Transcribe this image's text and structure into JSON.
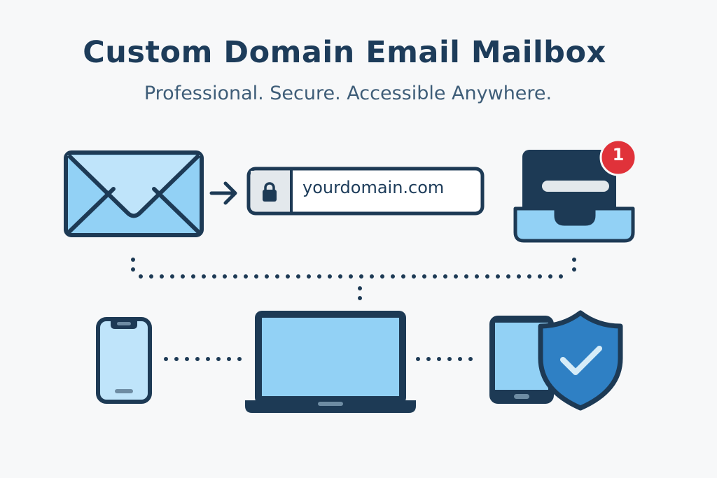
{
  "header": {
    "title": "Custom Domain Email Mailbox",
    "subtitle": "Professional. Secure. Accessible Anywhere."
  },
  "flow": {
    "envelope_icon": "envelope-icon",
    "arrow_icon": "arrow-right-icon",
    "address_bar": {
      "lock_icon": "lock-icon",
      "domain": "yourdomain.com"
    },
    "inbox": {
      "icon": "inbox-tray-icon",
      "notification_count": "1"
    }
  },
  "devices": [
    {
      "name": "smartphone",
      "icon": "smartphone-icon"
    },
    {
      "name": "laptop",
      "icon": "laptop-icon"
    },
    {
      "name": "tablet",
      "icon": "tablet-icon"
    },
    {
      "name": "security shield",
      "icon": "shield-check-icon"
    }
  ],
  "colors": {
    "navy": "#1d3a55",
    "light_blue": "#92d1f5",
    "pale_blue": "#bfe4fa",
    "shield_blue": "#2f80c4",
    "badge_red": "#e0323a",
    "background": "#f7f8f9"
  }
}
